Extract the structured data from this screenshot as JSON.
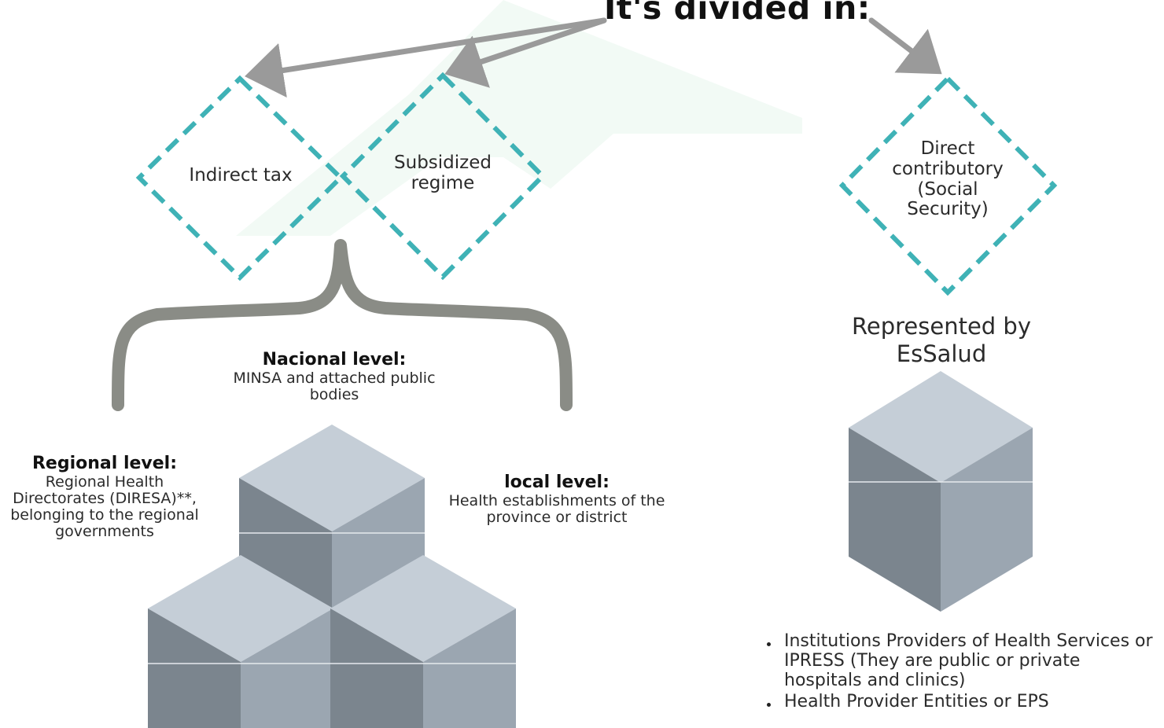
{
  "title": "It's divided in:",
  "colors": {
    "diamond_border": "#3fb2b6",
    "arrow": "#9a9a9a",
    "brace": "#8a8c86",
    "cube_top": "#c5ced7",
    "cube_left": "#7b858e",
    "cube_right": "#9ba6b1",
    "background_shape": "#eef8f1"
  },
  "diamonds": [
    {
      "label": "Indirect tax"
    },
    {
      "label": "Subsidized regime"
    },
    {
      "label": "Direct contributory (Social Security)"
    }
  ],
  "represented_by": "Represented by EsSalud",
  "levels": {
    "national": {
      "title": "Nacional level:",
      "body": "MINSA and attached public bodies"
    },
    "regional": {
      "title": "Regional level:",
      "body": "Regional Health Directorates (DIRESA)**, belonging to the regional governments"
    },
    "local": {
      "title": "local level:",
      "body": "Health establishments of the province or district"
    }
  },
  "essalud_items": [
    {
      "text": "Institutions Providers of Health Services or IPRESS (They are public or private hospitals and clinics)"
    },
    {
      "text": "Health Provider Entities or EPS"
    }
  ]
}
